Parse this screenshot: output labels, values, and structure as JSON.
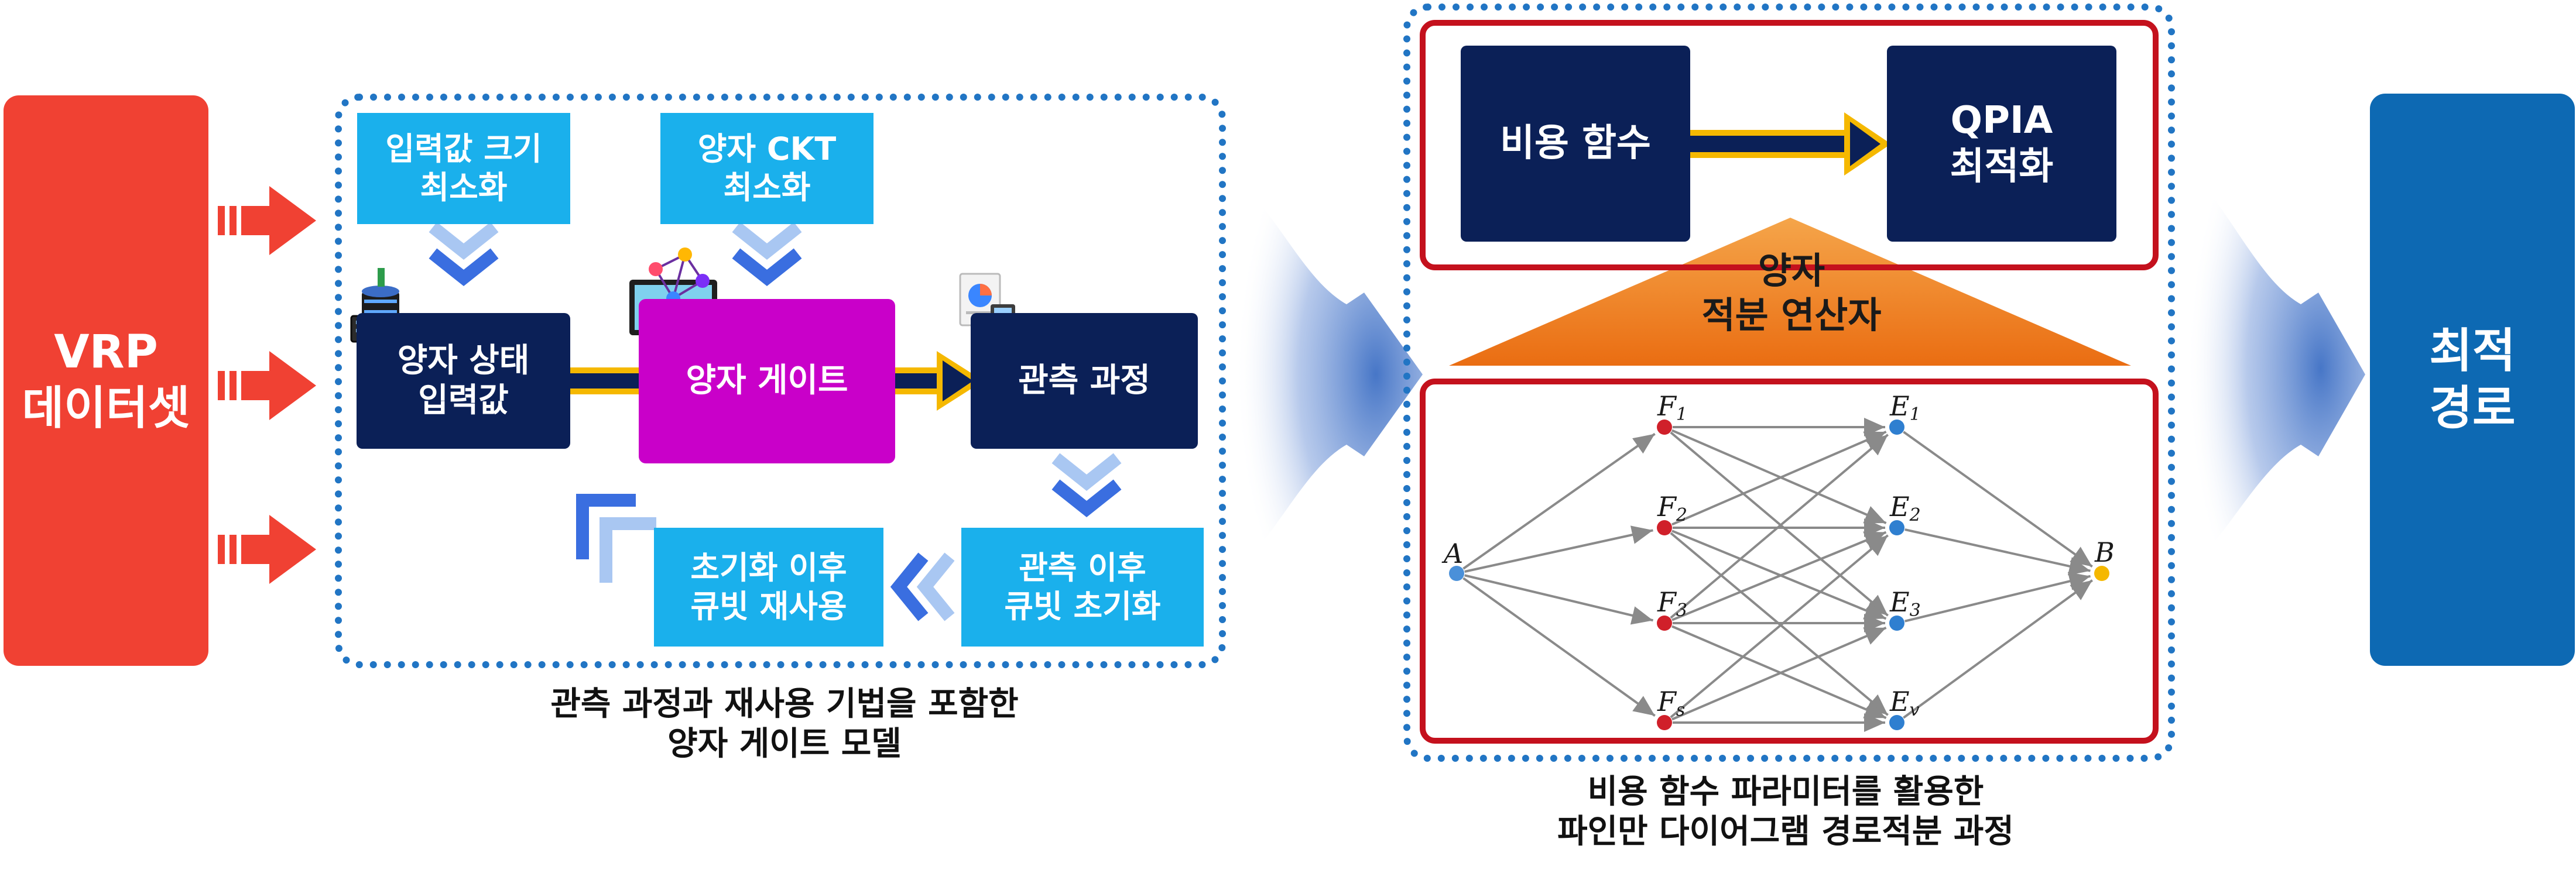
{
  "colors": {
    "red": "#f04133",
    "blue": "#0d69b3",
    "navy": "#0b2057",
    "cyan": "#1ab0ec",
    "magenta": "#c900c9",
    "gold": "#f5b800",
    "orange": "#ee7a1f",
    "dark_red": "#c4111d",
    "dotted_blue": "#2175c4"
  },
  "left_block": {
    "label": "VRP\n데이터셋"
  },
  "right_block": {
    "label": "최적\n경로"
  },
  "quantum_model": {
    "input_minimize": "입력값 크기\n최소화",
    "ckt_minimize": "양자 CKT\n최소화",
    "state_input": "양자 상태\n입력값",
    "quantum_gate": "양자 게이트",
    "measurement": "관측 과정",
    "reinitialize": "관측 이후\n큐빗 초기화",
    "reuse": "초기화 이후\n큐빗 재사용",
    "caption": "관측 과정과 재사용 기법을 포함한\n양자 게이트 모델"
  },
  "path_integral": {
    "cost_function": "비용 함수",
    "qpia_optimize": "QPIA\n최적화",
    "operator": "양자\n적분 연산자",
    "caption": "비용 함수 파라미터를 활용한\n파인만 다이어그램 경로적분 과정"
  },
  "feynman_graph": {
    "nodes": {
      "A": {
        "label": "A",
        "sub": "",
        "color": "#4a90d9"
      },
      "F1": {
        "label": "F",
        "sub": "1",
        "color": "#d0202a"
      },
      "F2": {
        "label": "F",
        "sub": "2",
        "color": "#d0202a"
      },
      "F3": {
        "label": "F",
        "sub": "3",
        "color": "#d0202a"
      },
      "Fs": {
        "label": "F",
        "sub": "s",
        "color": "#d0202a"
      },
      "E1": {
        "label": "E",
        "sub": "1",
        "color": "#2f7fd0"
      },
      "E2": {
        "label": "E",
        "sub": "2",
        "color": "#2f7fd0"
      },
      "E3": {
        "label": "E",
        "sub": "3",
        "color": "#2f7fd0"
      },
      "Ev": {
        "label": "E",
        "sub": "v",
        "color": "#2f7fd0"
      },
      "B": {
        "label": "B",
        "sub": "",
        "color": "#f5b800"
      }
    },
    "edges": [
      [
        "A",
        "F1"
      ],
      [
        "A",
        "F2"
      ],
      [
        "A",
        "F3"
      ],
      [
        "A",
        "Fs"
      ],
      [
        "F1",
        "E1"
      ],
      [
        "F1",
        "E2"
      ],
      [
        "F1",
        "E3"
      ],
      [
        "F2",
        "E1"
      ],
      [
        "F2",
        "E2"
      ],
      [
        "F2",
        "E3"
      ],
      [
        "F2",
        "Ev"
      ],
      [
        "F3",
        "E1"
      ],
      [
        "F3",
        "E2"
      ],
      [
        "F3",
        "E3"
      ],
      [
        "F3",
        "Ev"
      ],
      [
        "Fs",
        "E2"
      ],
      [
        "Fs",
        "E3"
      ],
      [
        "Fs",
        "Ev"
      ],
      [
        "E1",
        "B"
      ],
      [
        "E2",
        "B"
      ],
      [
        "E3",
        "B"
      ],
      [
        "Ev",
        "B"
      ]
    ]
  }
}
